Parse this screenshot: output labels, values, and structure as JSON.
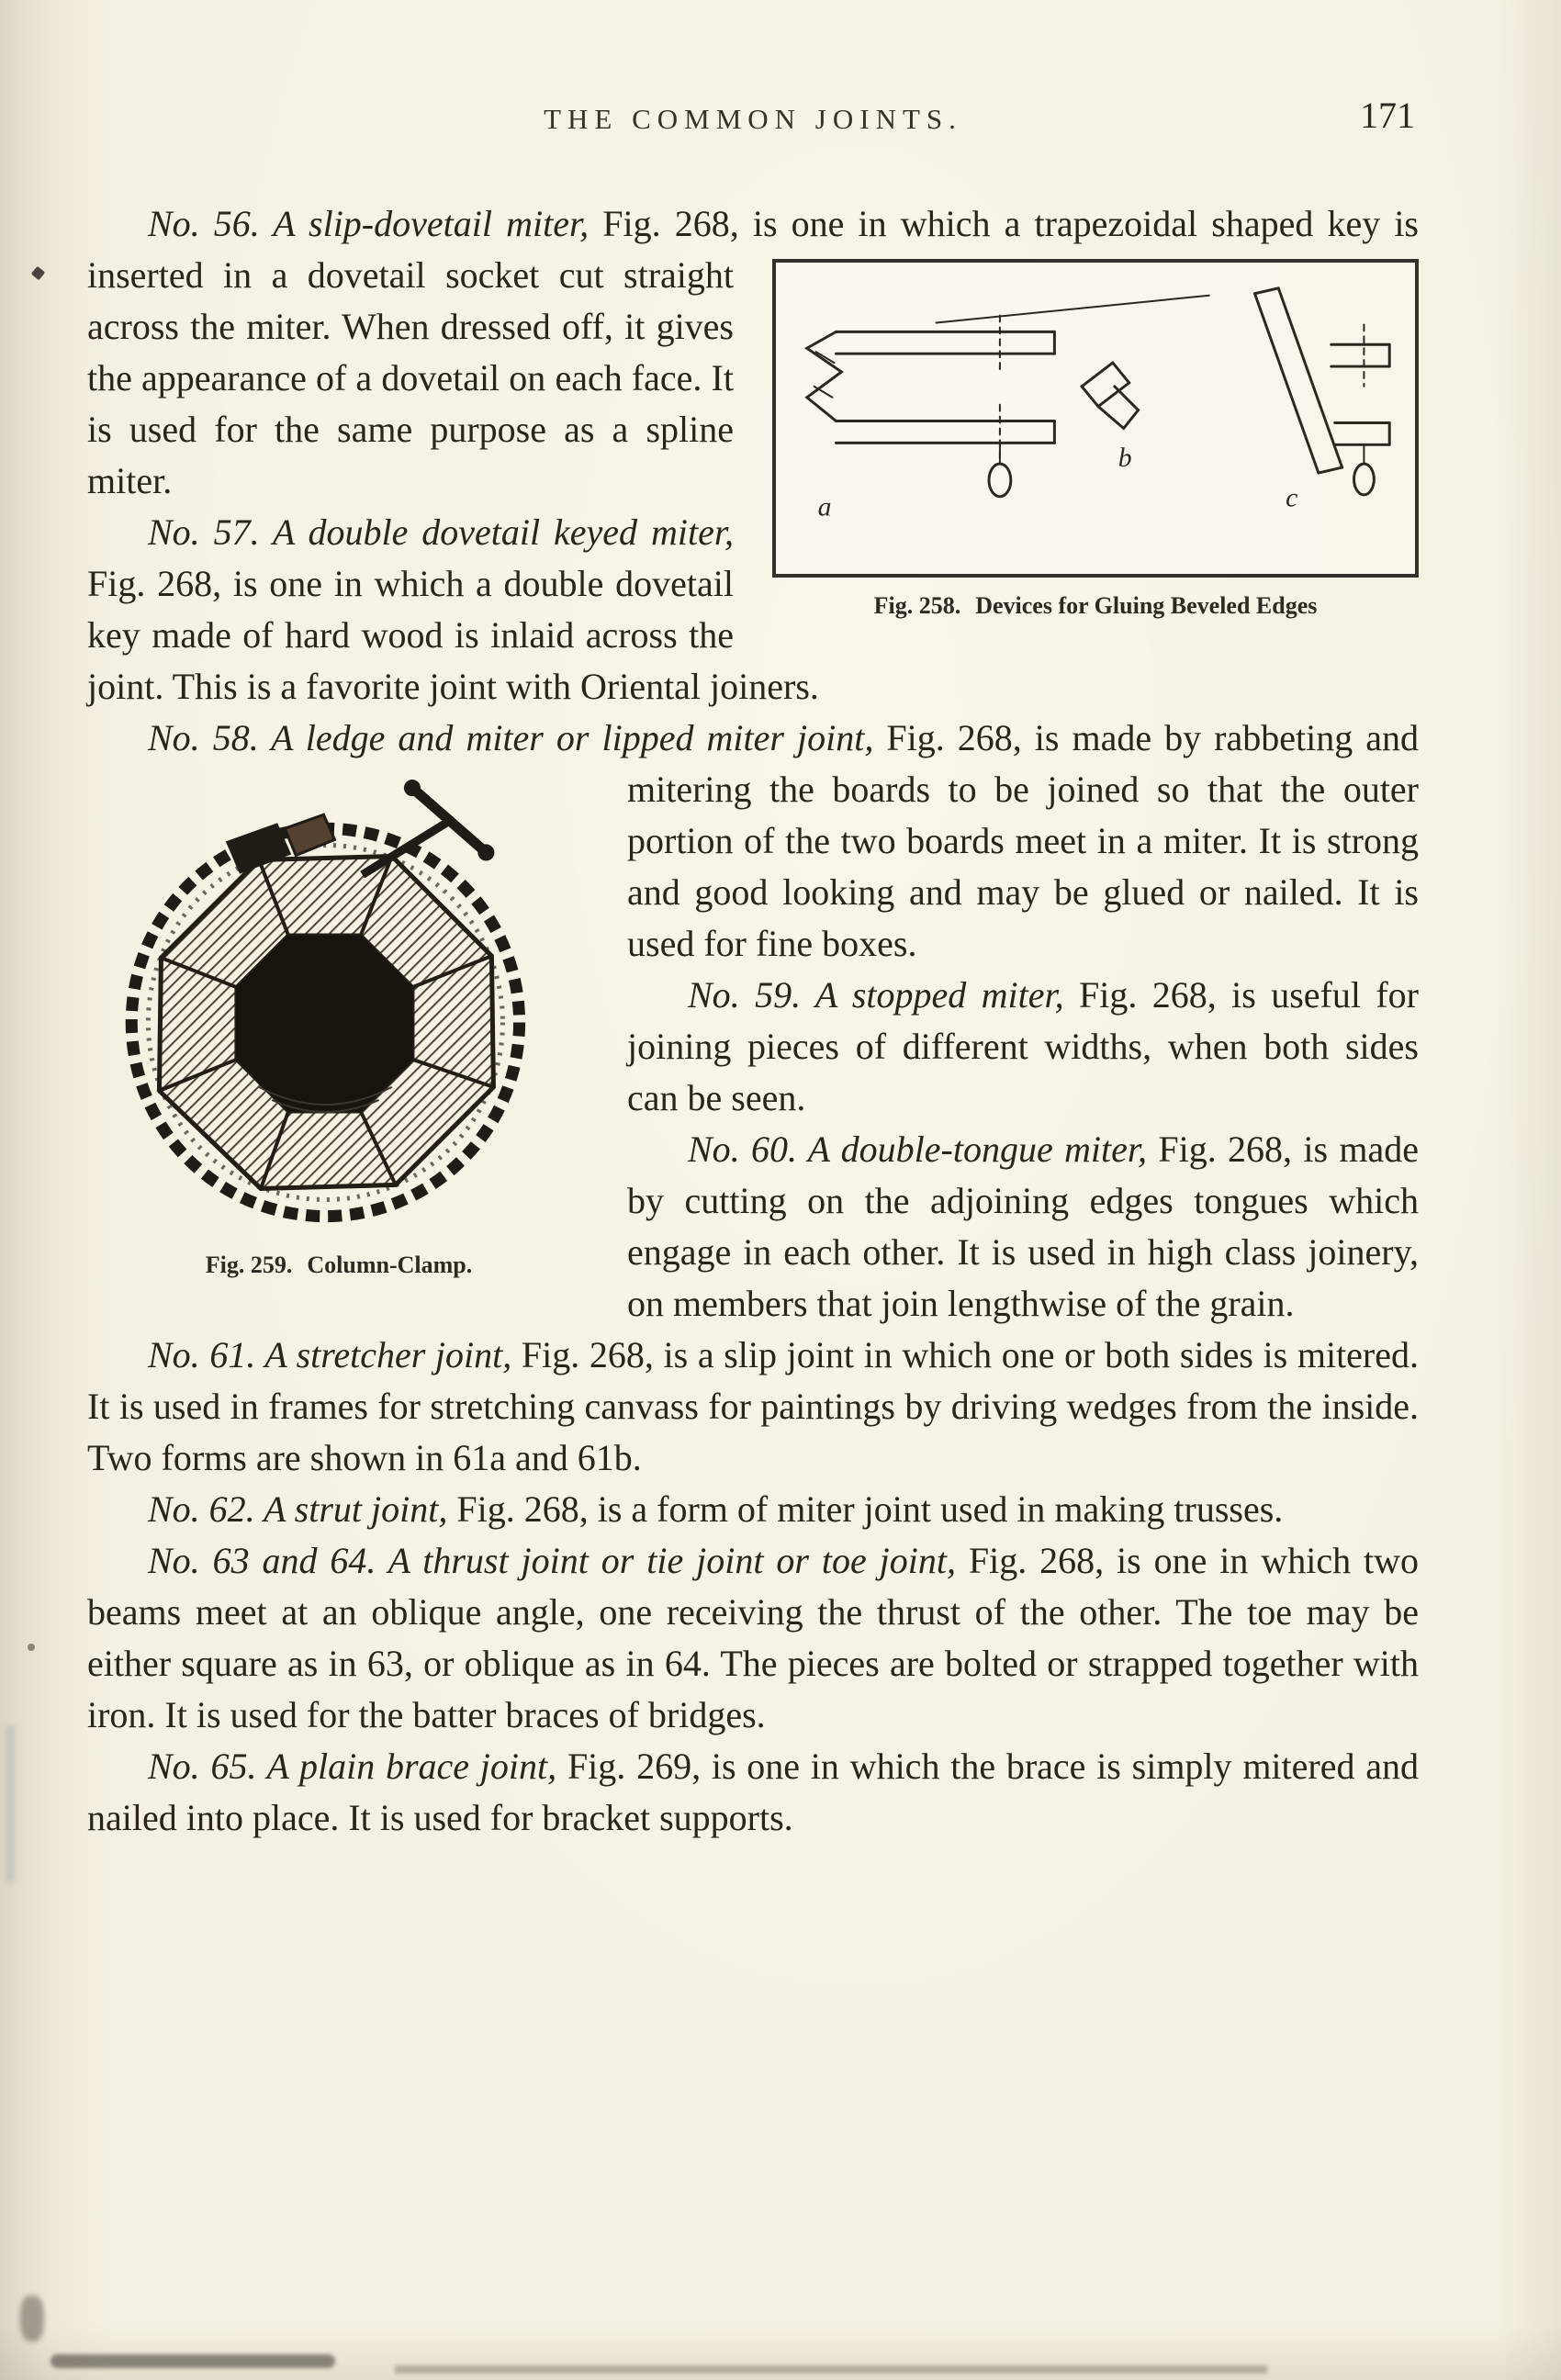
{
  "header": {
    "title": "THE COMMON JOINTS.",
    "page_number": "171"
  },
  "figures": {
    "fig258": {
      "caption_label": "Fig. 258.",
      "caption_text": "Devices for Gluing Beveled Edges",
      "label_a": "a",
      "label_b": "b",
      "label_c": "c"
    },
    "fig259": {
      "caption_label": "Fig. 259.",
      "caption_text": "Column-Clamp."
    }
  },
  "paragraphs": {
    "p56": {
      "head": "No. 56.  A slip-dovetail miter,",
      "body1": " Fig. 268, is one in which a trapezoidal shaped key is inserted in a dovetail socket cut straight ",
      "body2": "across the miter.  When dressed off, it gives the appearance of a dovetail on each face.  It is used for the same purpose as a spline miter."
    },
    "p57": {
      "head": "No. 57.  A double dovetail keyed miter,",
      "body": " Fig. 268, is one in which a double dovetail key made of hard wood is inlaid across the joint.  This is a favorite joint with Oriental joiners."
    },
    "p58": {
      "head": "No. 58.  A ledge and miter or lipped miter joint,",
      "body1": " Fig. 268, is made by rabbeting and mitering the boards to be joined so that the ",
      "body2": "outer portion of the two boards meet in a miter.  It is strong and good looking and may be glued or nailed.  It is used for fine boxes."
    },
    "p59": {
      "head": "No. 59.  A stopped miter,",
      "body": " Fig. 268, is useful for joining pieces of different widths, when both sides can be seen."
    },
    "p60": {
      "head": "No. 60.  A double-tongue miter,",
      "body": " Fig. 268, is made by cutting on the adjoining edges tongues which engage in each other.  It is used in high class joinery, on members that join lengthwise of the grain."
    },
    "p61": {
      "head": "No. 61.  A stretcher joint,",
      "body": " Fig. 268, is a slip joint in which one or both sides is mitered.  It is used in frames for stretching canvass for paintings by driving wedges from the inside.  Two forms are shown in 61a and 61b."
    },
    "p62": {
      "head": "No. 62.  A strut joint,",
      "body": " Fig. 268, is a form of miter joint used in making trusses."
    },
    "p63": {
      "head": "No. 63 and 64.  A thrust joint or tie joint or toe joint,",
      "body": " Fig. 268, is one in which two beams meet at an oblique angle, one receiving the thrust of the other.  The toe may be either square as in 63, or oblique as in 64.  The pieces are bolted or strapped together with iron.  It is used for the batter braces of bridges."
    },
    "p65": {
      "head": "No. 65.  A plain brace joint,",
      "body": " Fig. 269, is one in which the brace is simply mitered and nailed into place.  It is used for bracket supports."
    }
  }
}
